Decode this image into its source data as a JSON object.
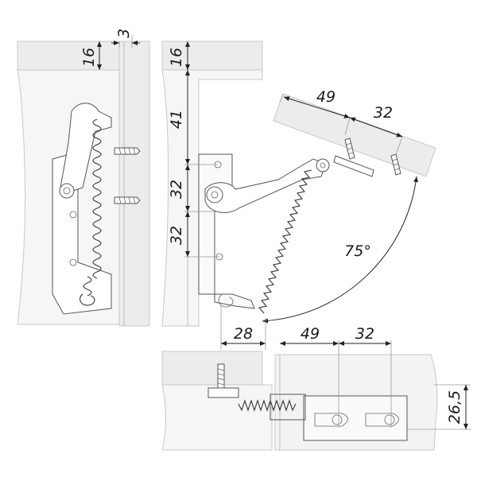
{
  "colors": {
    "panel": "#ececec",
    "line": "#222222",
    "part_outline": "#555555"
  },
  "dimensions": {
    "side_gap": "3",
    "left_panel_thickness": "16",
    "right_panel_thickness": "16",
    "mount_offset": "41",
    "hole_spacing_upper": "32",
    "hole_spacing_lower": "32",
    "lid_offset": "49",
    "lid_hole_spacing": "32",
    "opening_angle": "75°",
    "bottom_offset_28": "28",
    "bottom_offset_49": "49",
    "bottom_spacing_32": "32",
    "bottom_height": "26,5"
  }
}
